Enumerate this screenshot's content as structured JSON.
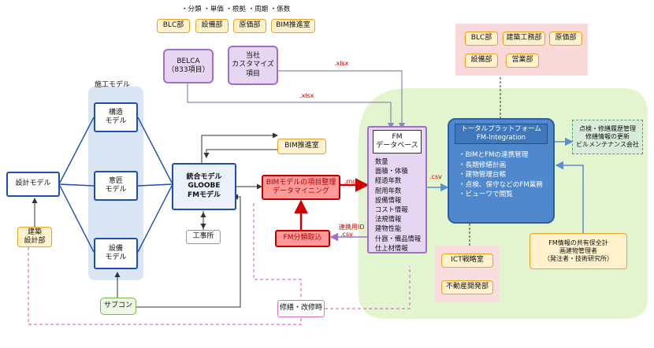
{
  "top_note": "・分類 ・単価 ・根拠 ・周期 ・係数",
  "top_depts": [
    "BLC部",
    "設備部",
    "原価部",
    "BIM推進室"
  ],
  "belca": "BELCA\n（833項目）",
  "custom": "当社\nカスタマイズ\n項目",
  "xlsx_top": ".xlsx",
  "xlsx_left": ".xlsx",
  "construction_title": "施工モデル",
  "structure_model": "構造\nモデル",
  "design_model": "意匠\nモデル",
  "equipment_model": "設備\nモデル",
  "design_model_main": "設計モデル",
  "arch_design_dept": "建築\n設計部",
  "integrated_model": "統合モデル\nGLOOBE\nFMモデル",
  "site_office": "工事所",
  "subcon": "サブコン",
  "bim_promo": "BIM推進室",
  "bim_items": "BIMモデルの項目整理\nデータマイニング",
  "fm_classify": "FM分類取込",
  "mdb": ".mdb",
  "csv_left": ".csv",
  "renkei_id": "連携用ID",
  "csv_mid": ".csv",
  "fmdb_title": "FM\nデータベース",
  "fmdb_items": [
    "数量",
    "面積・体積",
    "経過年数",
    "耐用年数",
    "設備情報",
    "コスト情報",
    "法規情報",
    "建物性能",
    "什器・備品情報",
    "仕上材情報"
  ],
  "right_depts_row1": [
    "BLC部",
    "建築工務部",
    "原価部"
  ],
  "right_depts_row2": [
    "設備部",
    "営業部"
  ],
  "platform_title": "トータルプラットフォーム\nFM-Integration",
  "platform_items": [
    "・BIMとFMの連携管理",
    "・長期修繕計画",
    "・建物管理台帳",
    "・点検、保守などのFM業務",
    "・ビューワで閲覧"
  ],
  "maintenance_co": "点検・修繕履歴管理\n修繕情報の更新\nビルメンテナンス会社",
  "ict": "ICT戦略室",
  "realestate": "不動産開発部",
  "fm_share": "FM情報の共有保全計\n画建物管理者\n（発注者・技術研究所）",
  "repair": "修繕・改修時"
}
